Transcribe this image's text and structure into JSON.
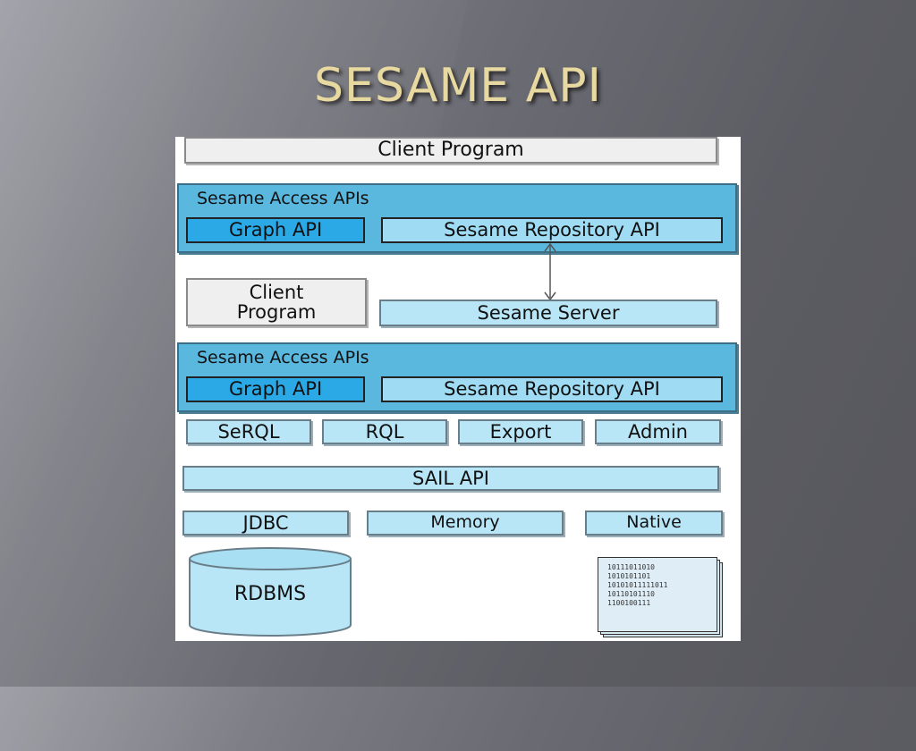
{
  "slide": {
    "title": "SESAME API"
  },
  "diagram": {
    "client_program_top": "Client Program",
    "access_apis_top": {
      "title": "Sesame Access APIs",
      "graph_api": "Graph API",
      "repository_api": "Sesame Repository API"
    },
    "client_program_mid": [
      "Client",
      "Program"
    ],
    "sesame_server": "Sesame Server",
    "access_apis_bottom": {
      "title": "Sesame Access APIs",
      "graph_api": "Graph API",
      "repository_api": "Sesame Repository API"
    },
    "query_modules": [
      "SeRQL",
      "RQL",
      "Export",
      "Admin"
    ],
    "sail_api": "SAIL API",
    "storage": [
      "JDBC",
      "Memory",
      "Native"
    ],
    "rdbms": "RDBMS",
    "native_file_bits": [
      "10111011010",
      "1010101101",
      "10101011111011",
      "10110101110",
      "1100100111"
    ]
  },
  "colors": {
    "title": "#e8d9a0",
    "panel": "#5ab8df",
    "api_button": "#2aa9e6",
    "light_box": "#b8e6f7"
  }
}
